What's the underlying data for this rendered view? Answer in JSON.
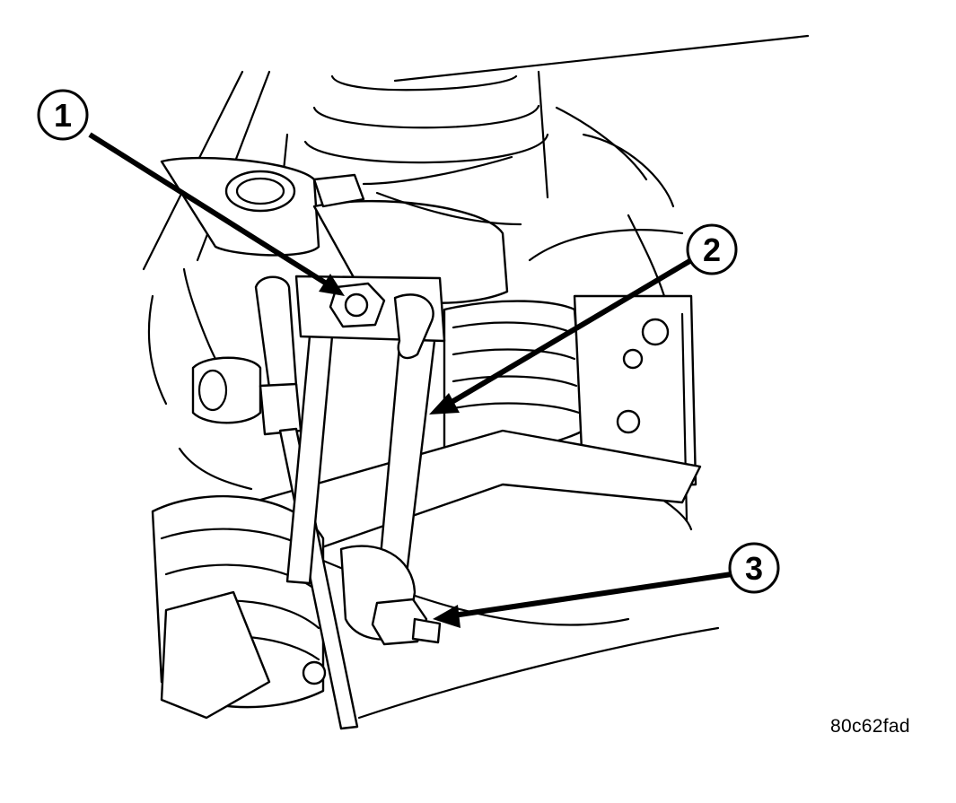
{
  "callouts": [
    {
      "id": "1",
      "label": "1"
    },
    {
      "id": "2",
      "label": "2"
    },
    {
      "id": "3",
      "label": "3"
    }
  ],
  "figure_id": "80c62fad"
}
